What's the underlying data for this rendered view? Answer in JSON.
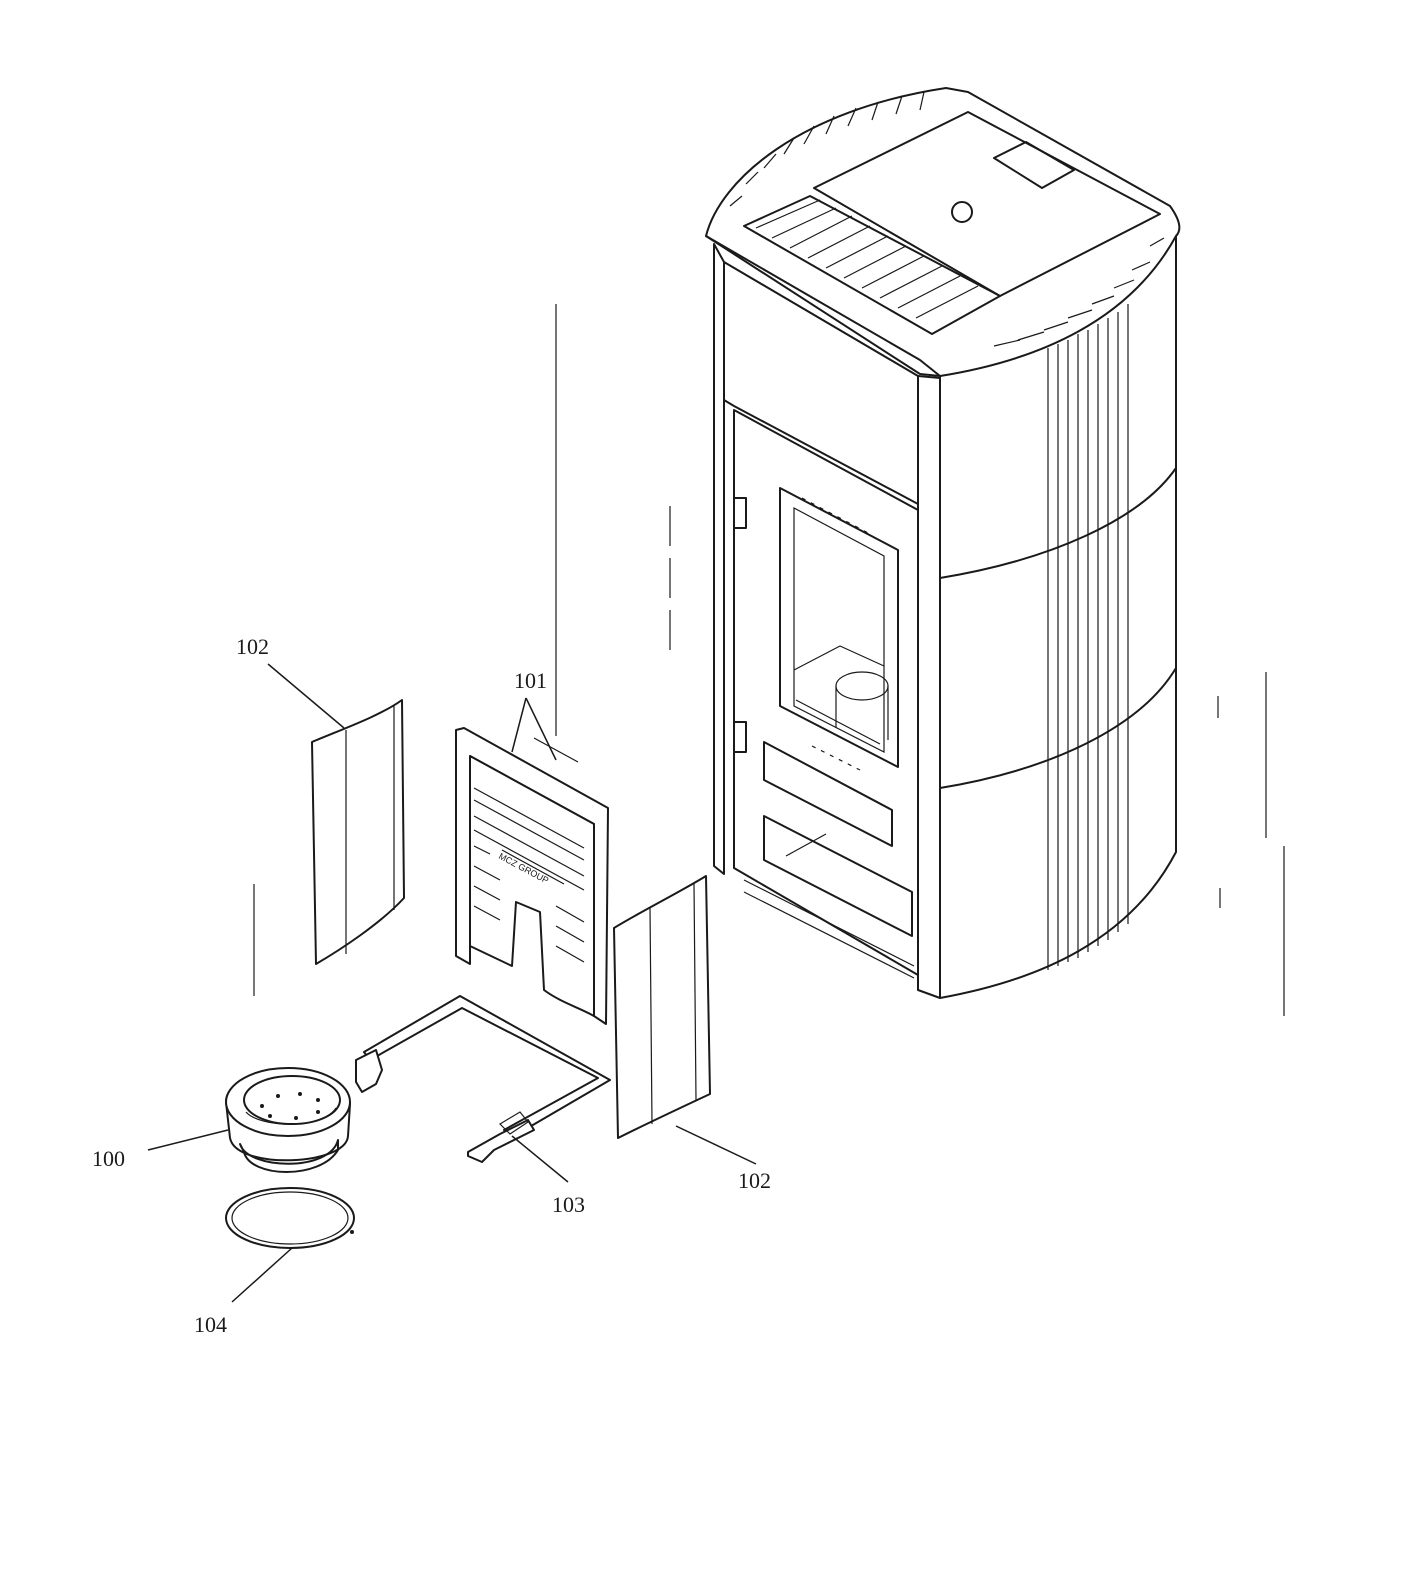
{
  "callouts": {
    "burner_pot": "100",
    "back_panel": "101",
    "side_panel_left": "102",
    "side_panel_right": "102",
    "bracket_frame": "103",
    "seal_ring": "104"
  },
  "brand_plate": "MCZ GROUP"
}
